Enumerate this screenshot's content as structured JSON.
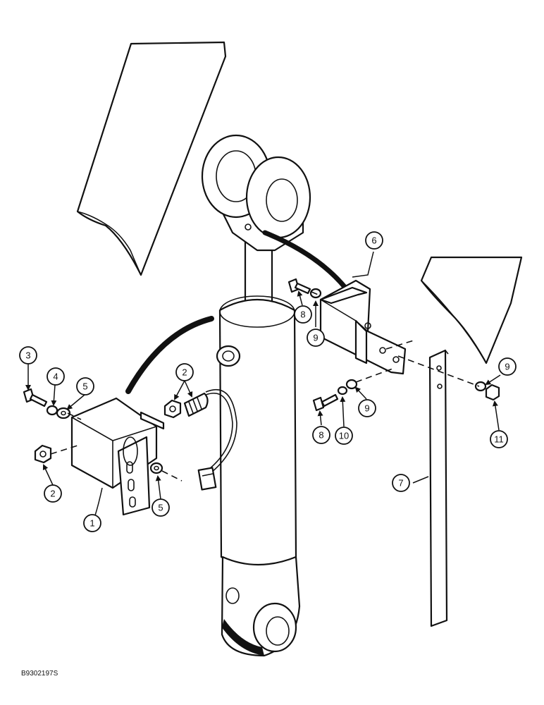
{
  "figure_code": "B9302197S",
  "callouts": [
    {
      "label": "1"
    },
    {
      "label": "2"
    },
    {
      "label": "2"
    },
    {
      "label": "3"
    },
    {
      "label": "4"
    },
    {
      "label": "5"
    },
    {
      "label": "5"
    },
    {
      "label": "6"
    },
    {
      "label": "7"
    },
    {
      "label": "8"
    },
    {
      "label": "8"
    },
    {
      "label": "9"
    },
    {
      "label": "9"
    },
    {
      "label": "9"
    },
    {
      "label": "10"
    },
    {
      "label": "11"
    }
  ]
}
